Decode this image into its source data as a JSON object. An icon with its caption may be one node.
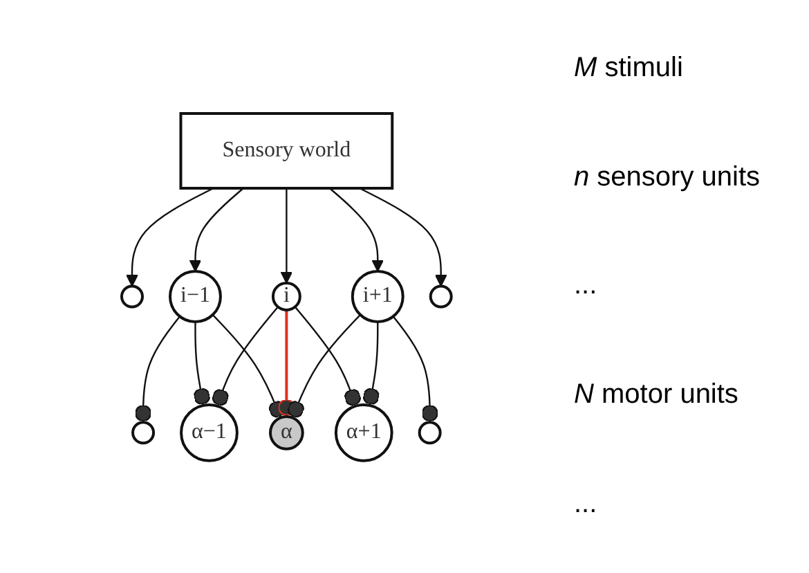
{
  "diagram": {
    "nodes": [
      {
        "text": [
          "Sensory world"
        ]
      },
      {
        "text": [],
        "shape": "circle"
      },
      {
        "text": [
          "i−1"
        ]
      },
      {
        "text": [
          "i"
        ]
      },
      {
        "text": [
          "i+1"
        ]
      },
      {
        "text": [],
        "shape": "circle"
      },
      {
        "text": [],
        "shape": "circle"
      },
      {
        "text": [
          "α−1"
        ]
      },
      {
        "text": [
          "α"
        ]
      },
      {
        "text": [
          "α+1"
        ]
      },
      {
        "text": [],
        "shape": "circle"
      }
    ],
    "edges": [
      {
        "from": 0,
        "to": 1,
        "arrow": "to"
      },
      {
        "from": 0,
        "to": 2,
        "arrow": "to"
      },
      {
        "from": 0,
        "to": 3,
        "arrow": "to"
      },
      {
        "from": 0,
        "to": 4,
        "arrow": "to"
      },
      {
        "from": 0,
        "to": 5,
        "arrow": "to"
      },
      {
        "from": 2,
        "to": 6,
        "arrow": "other"
      },
      {
        "from": 2,
        "to": 7,
        "arrow": "other"
      },
      {
        "from": 2,
        "to": 8,
        "arrow": "other"
      },
      {
        "from": 3,
        "to": 7,
        "arrow": "other"
      },
      {
        "from": 3,
        "to": 8,
        "arrow": "other",
        "color": "#e0301e"
      },
      {
        "from": 3,
        "to": 9,
        "arrow": "other"
      },
      {
        "from": 4,
        "to": 8,
        "arrow": "other"
      },
      {
        "from": 4,
        "to": 9,
        "arrow": "other"
      },
      {
        "from": 4,
        "to": 10,
        "arrow": "other"
      }
    ],
    "labels": [
      "*M* stimuli",
      "*n* sensory units",
      "...",
      "*N* motor units",
      "..."
    ]
  }
}
